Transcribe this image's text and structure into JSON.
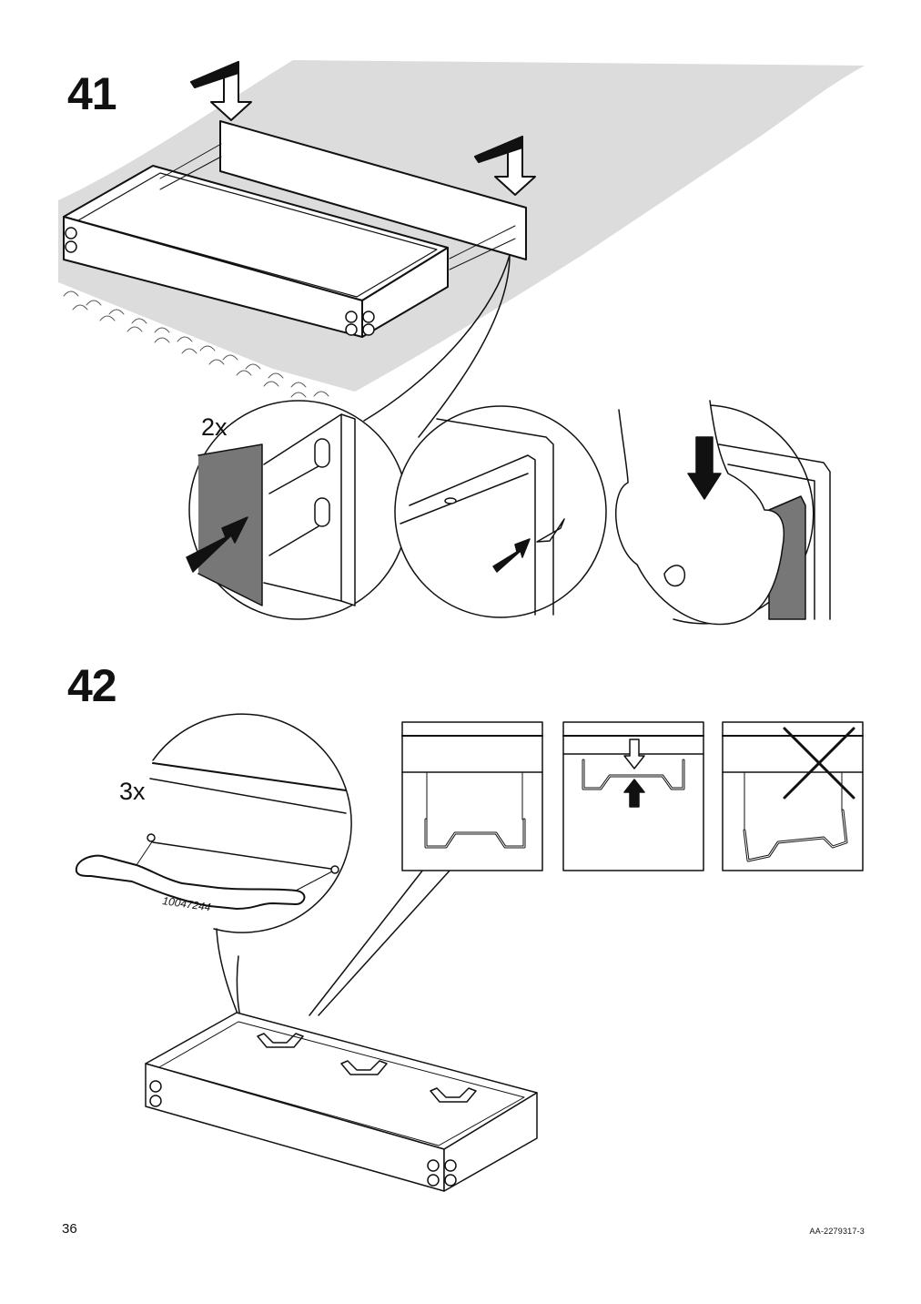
{
  "steps": [
    {
      "number": "41",
      "quantity_label": "2x"
    },
    {
      "number": "42",
      "quantity_label": "3x",
      "part_number": "10047244"
    }
  ],
  "footer": {
    "page_number": "36",
    "document_code": "AA-2279317-3"
  },
  "colors": {
    "floor": "#dcdcdc",
    "panel": "#777777",
    "line": "#111111"
  }
}
